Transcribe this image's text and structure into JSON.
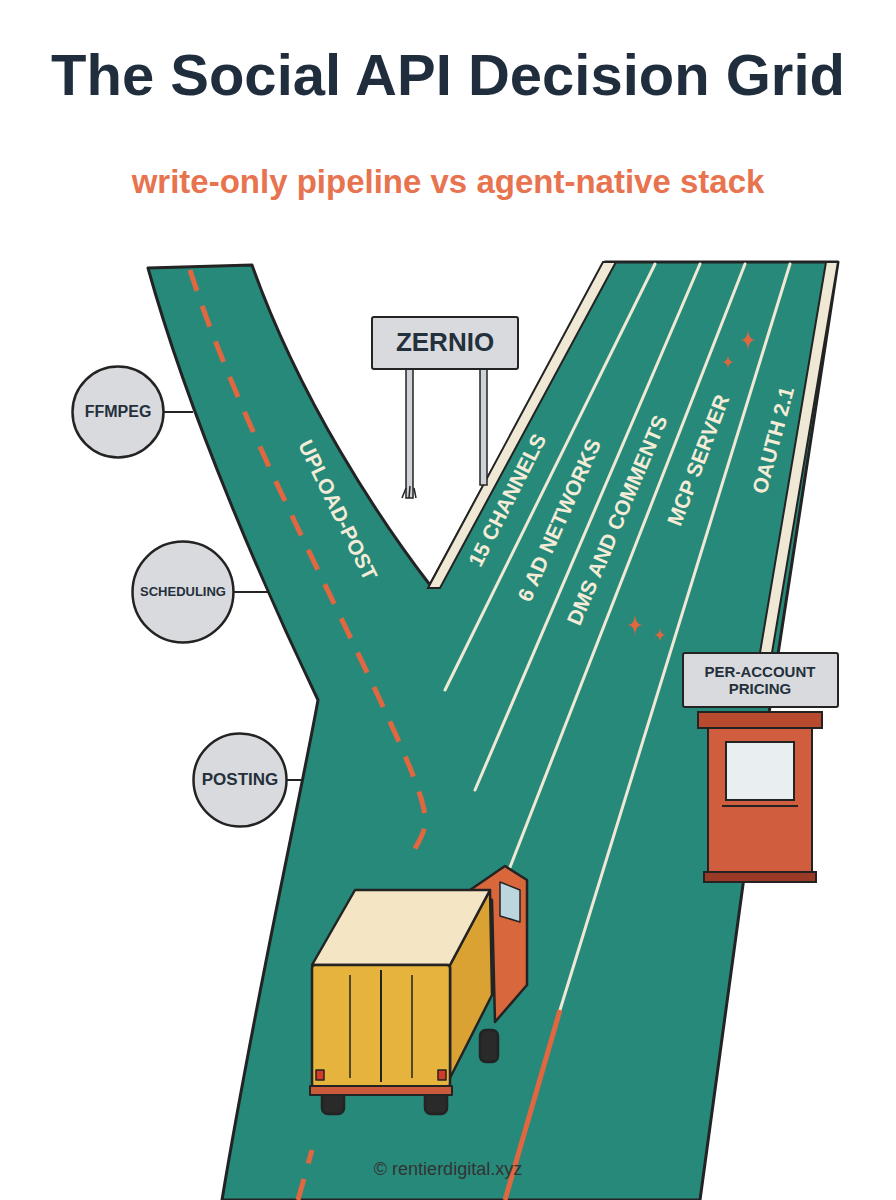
{
  "diagram": {
    "title": "The Social API Decision Grid",
    "nodes": [
      {
        "text": [
          "ZERNIO"
        ]
      },
      {
        "text": [
          "FFMPEG"
        ]
      },
      {
        "text": [
          "SCHEDULING"
        ]
      },
      {
        "text": [
          "PER-ACCOUNT PRICING"
        ]
      },
      {
        "text": [
          "POSTING"
        ]
      }
    ],
    "labels": [
      "write-only pipeline vs agent-native stack",
      "UPLOAD-POST",
      "15 CHANNELS",
      "6 AD NETWORKS",
      "DMS AND COMMENTS",
      "MCP SERVER",
      "OAUTH 2.1",
      "© rentierdigital.xyz"
    ]
  }
}
